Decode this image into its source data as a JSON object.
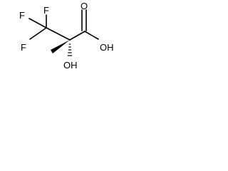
{
  "atoms": {
    "f_top": "F",
    "f_left_top": "F",
    "f_left_bottom": "F",
    "carbonyl_o": "O",
    "acid_oh": "OH",
    "hydroxyl_oh": "OH"
  },
  "colors": {
    "bond": "#000000",
    "label": "#000000",
    "background": "#ffffff"
  }
}
